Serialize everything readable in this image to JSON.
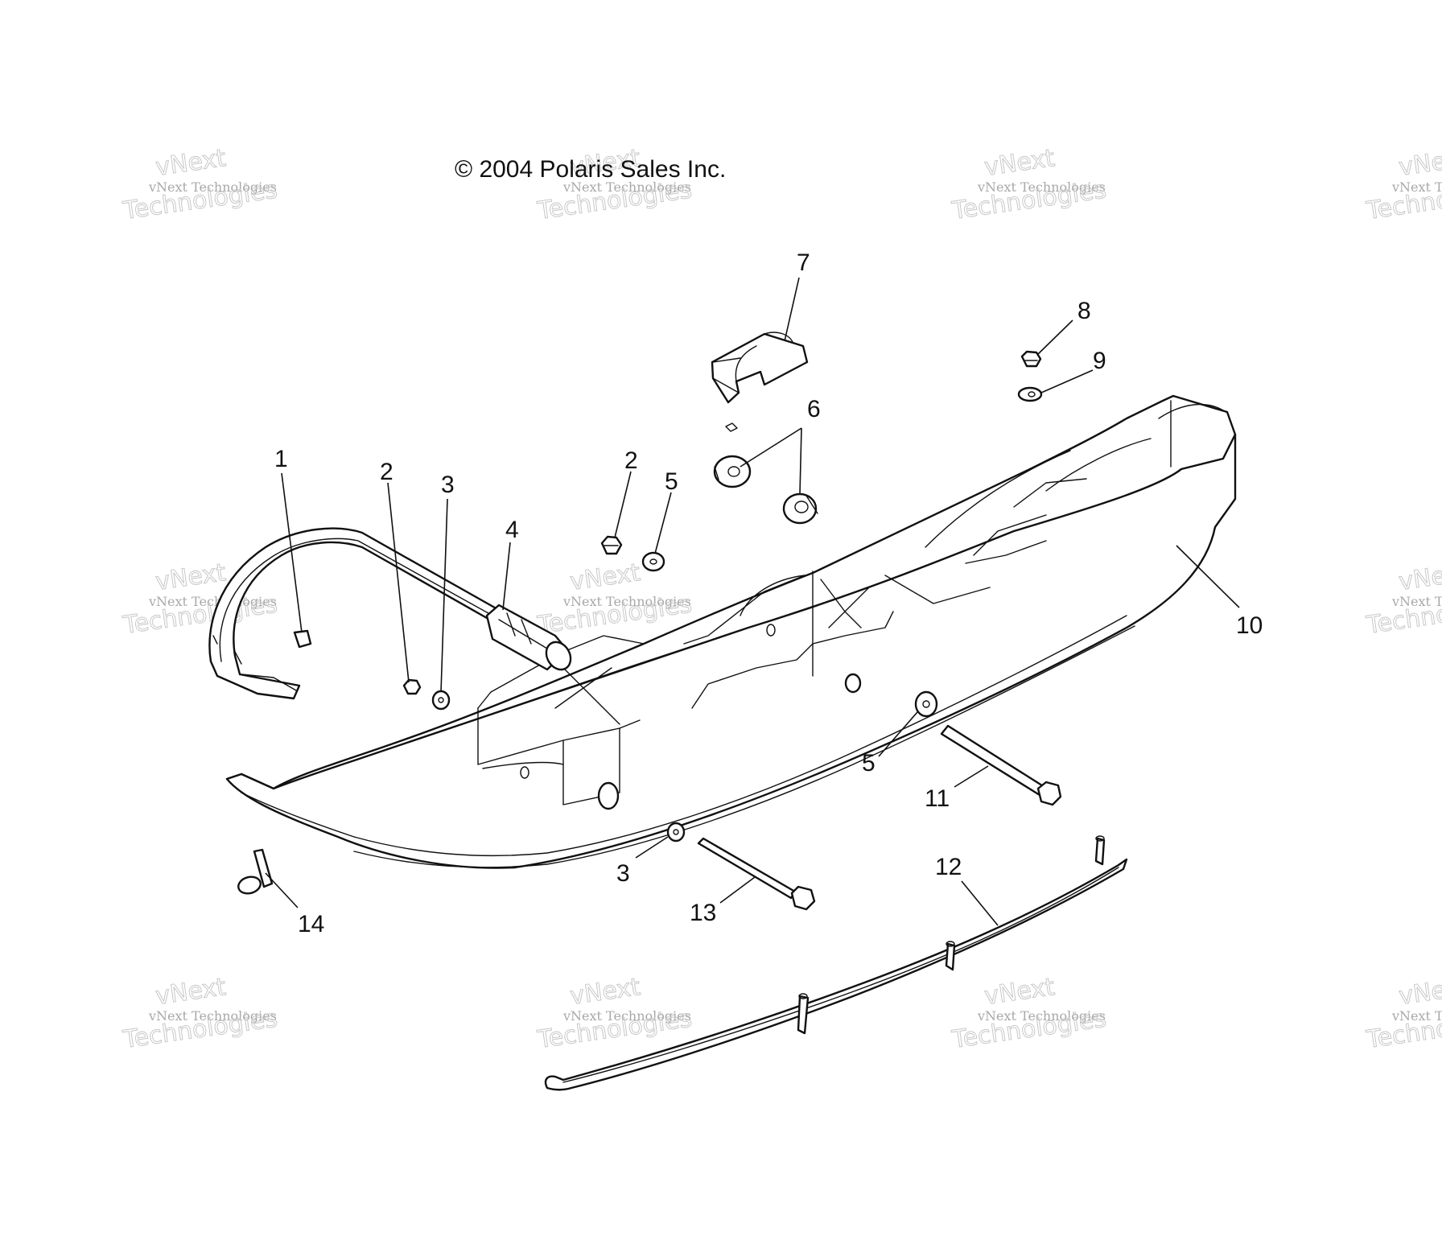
{
  "copyright": "© 2004 Polaris Sales Inc.",
  "watermark": {
    "line_small": "vNext Technologies",
    "line_big_1": "vNext",
    "line_big_2": "Technologies"
  },
  "callouts": [
    {
      "id": "c1",
      "label": "1"
    },
    {
      "id": "c2a",
      "label": "2"
    },
    {
      "id": "c3a",
      "label": "3"
    },
    {
      "id": "c4",
      "label": "4"
    },
    {
      "id": "c2b",
      "label": "2"
    },
    {
      "id": "c5a",
      "label": "5"
    },
    {
      "id": "c6",
      "label": "6"
    },
    {
      "id": "c7",
      "label": "7"
    },
    {
      "id": "c8",
      "label": "8"
    },
    {
      "id": "c9",
      "label": "9"
    },
    {
      "id": "c10",
      "label": "10"
    },
    {
      "id": "c5b",
      "label": "5"
    },
    {
      "id": "c11",
      "label": "11"
    },
    {
      "id": "c3b",
      "label": "3"
    },
    {
      "id": "c12",
      "label": "12"
    },
    {
      "id": "c13",
      "label": "13"
    },
    {
      "id": "c14",
      "label": "14"
    }
  ]
}
